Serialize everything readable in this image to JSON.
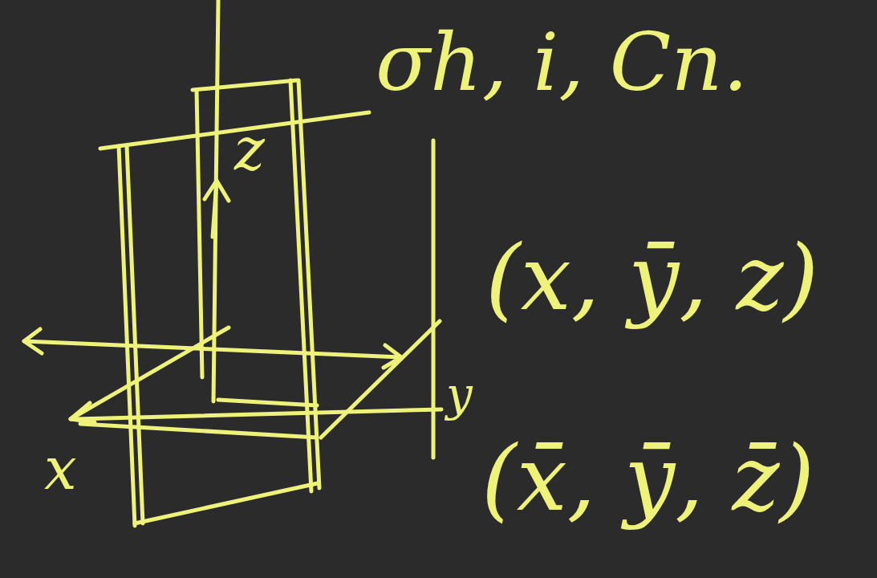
{
  "diagram": {
    "labels": [
      "σh, i, Cn.",
      "z",
      "x",
      "y",
      "(x, ȳ, z)",
      "(x̄, ȳ, z̄)"
    ]
  }
}
